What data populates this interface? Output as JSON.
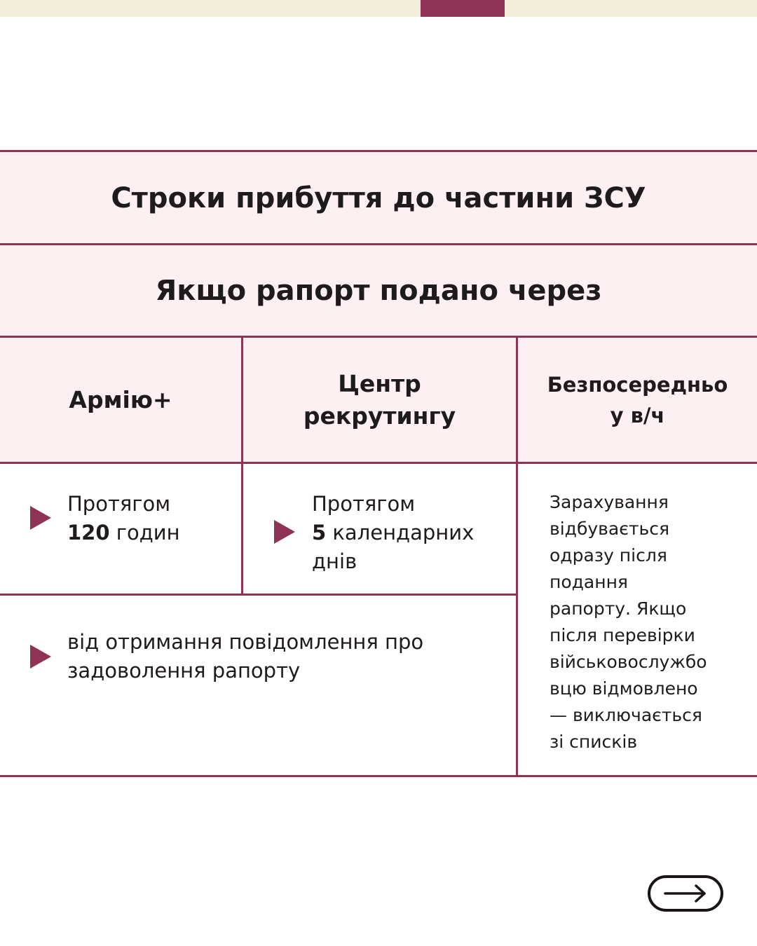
{
  "table": {
    "title": "Строки прибуття до частини ЗСУ",
    "subtitle": "Якщо рапорт подано через",
    "columns": [
      {
        "label_lines": [
          "Армію+"
        ]
      },
      {
        "label_lines": [
          "Центр",
          "рекрутингу"
        ]
      },
      {
        "label_lines": [
          "Безпосередньо",
          "у в/ч"
        ]
      }
    ],
    "army": {
      "prefix": "Протягом",
      "bold_value": "120",
      "suffix": " годин"
    },
    "recruit": {
      "prefix": "Протягом",
      "bold_value": "5",
      "suffix": " календарних",
      "line3": "днів"
    },
    "shared_note_lines": [
      "від отримання повідомлення про",
      "задоволення рапорту"
    ],
    "direct_note_lines": [
      "Зарахування",
      "відбувається",
      "одразу після",
      "подання",
      "рапорту. Якщо",
      "після перевірки",
      "військовослужбо",
      "вцю відмовлено",
      "— виключається",
      "зі списків"
    ]
  },
  "icons": {
    "bullet": "triangle-right-icon",
    "next": "arrow-right-icon"
  },
  "colors": {
    "accent": "#8e3356",
    "band": "#fdf0f3",
    "top_strip": "#f3eed9"
  }
}
